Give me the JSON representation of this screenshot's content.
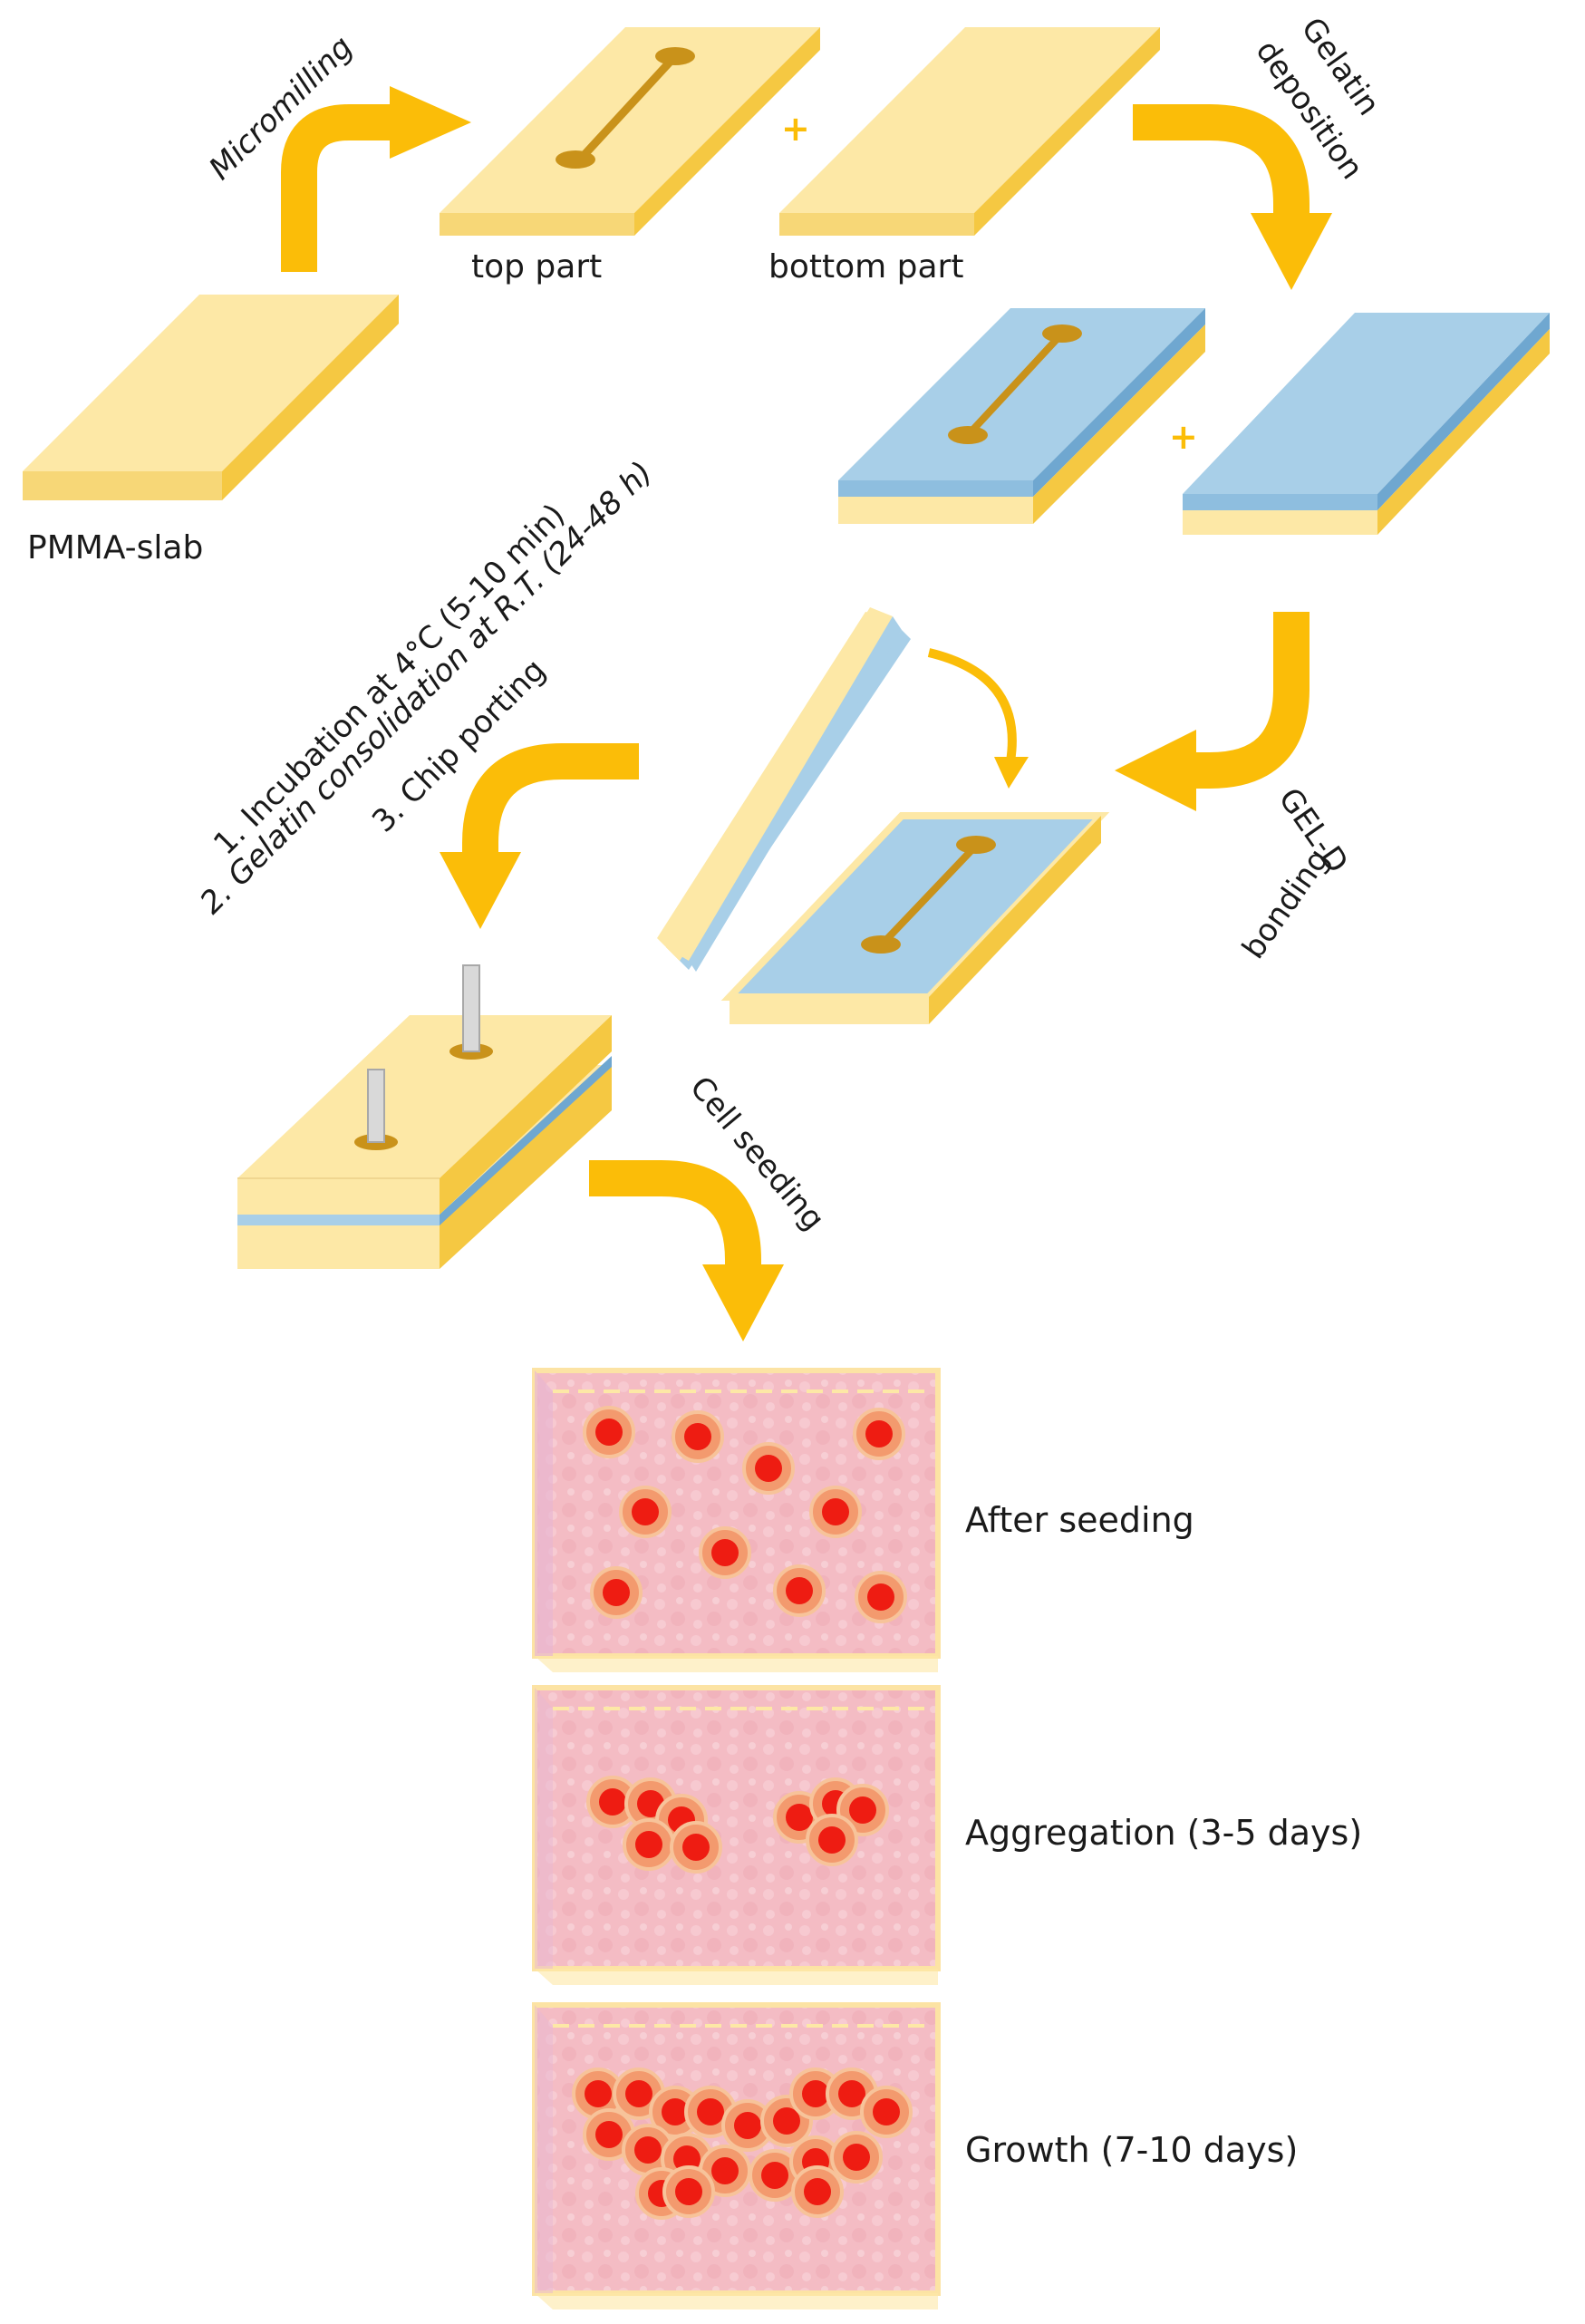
{
  "colors": {
    "slab_top": "#fde8a6",
    "slab_side": "#f5c842",
    "gelatin": "#a8cfe8",
    "gelatin_side": "#6fa7d0",
    "channel": "#c9921a",
    "arrow": "#fbbd08",
    "tissue": "#f4bcc4",
    "cell_core": "#e51a1a",
    "cell_ring": "#f28a5e"
  },
  "labels": {
    "micromilling": "Micromilling",
    "top_part": "top part",
    "bottom_part": "bottom part",
    "gelatin_deposition_1": "Gelatin",
    "gelatin_deposition_2": "deposition",
    "pmma_slab": "PMMA-slab",
    "step1": "1. Incubation at 4°C (5-10 min)",
    "step2": "2. Gelatin consolidation at R.T. (24-48 h)",
    "step3": "3. Chip porting",
    "geld_1": "GEL-D",
    "geld_2": "bonding",
    "cell_seeding": "Cell seeding",
    "plus": "+"
  },
  "stages": [
    {
      "label": "After seeding"
    },
    {
      "label": "Aggregation (3-5 days)"
    },
    {
      "label": "Growth (7-10 days)"
    }
  ]
}
